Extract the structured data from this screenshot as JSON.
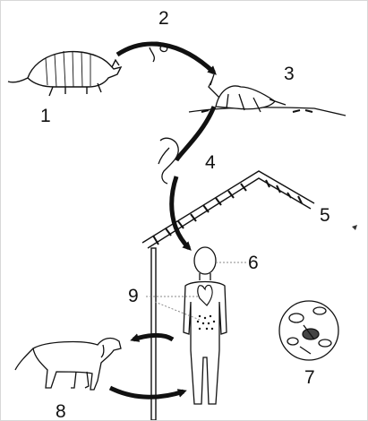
{
  "labels": {
    "l1": "1",
    "l2": "2",
    "l3": "3",
    "l4": "4",
    "l5": "5",
    "l6": "6",
    "l7": "7",
    "l8": "8",
    "l9": "9"
  },
  "icons": [
    "armadillo-icon",
    "trypanosome-icon",
    "triatomine-bug-icon",
    "house-roof-icon",
    "human-icon",
    "heart-icon",
    "intestines-icon",
    "tissue-section-icon",
    "dog-icon"
  ],
  "colors": {
    "ink": "#111111",
    "guide": "#888888"
  }
}
